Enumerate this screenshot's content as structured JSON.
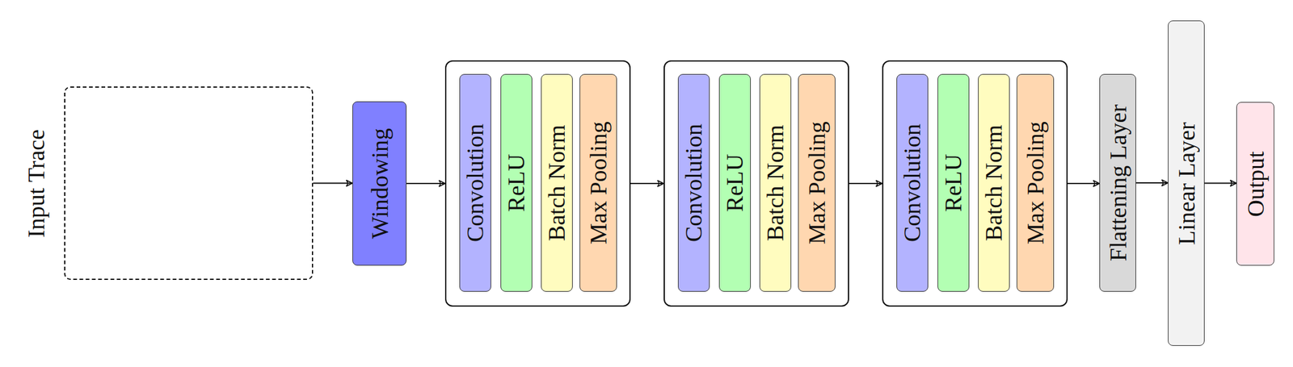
{
  "diagram": {
    "nodes": [
      {
        "text": [
          "Input Trace"
        ]
      },
      {
        "text": [
          "Windowing"
        ]
      },
      {
        "text": []
      },
      {
        "text": [
          "Convolution"
        ],
        "in": 2
      },
      {
        "text": [
          "ReLU"
        ],
        "in": 2
      },
      {
        "text": [
          "Batch Norm"
        ],
        "in": 2
      },
      {
        "text": [
          "Max Pooling"
        ],
        "in": 2
      },
      {
        "text": []
      },
      {
        "text": [
          "Convolution"
        ],
        "in": 7
      },
      {
        "text": [
          "ReLU"
        ],
        "in": 7
      },
      {
        "text": [
          "Batch Norm"
        ],
        "in": 7
      },
      {
        "text": [
          "Max Pooling"
        ],
        "in": 7
      },
      {
        "text": []
      },
      {
        "text": [
          "Convolution"
        ],
        "in": 12
      },
      {
        "text": [
          "ReLU"
        ],
        "in": 12
      },
      {
        "text": [
          "Batch Norm"
        ],
        "in": 12
      },
      {
        "text": [
          "Max Pooling"
        ],
        "in": 12
      },
      {
        "text": [
          "Flattening Layer"
        ]
      },
      {
        "text": [
          "Linear Layer"
        ]
      },
      {
        "text": [
          "Output"
        ]
      }
    ],
    "edges": [
      {
        "from": 0,
        "to": 1,
        "arrow": "to"
      },
      {
        "from": 1,
        "to": 2,
        "arrow": "to"
      },
      {
        "from": 2,
        "to": 7,
        "arrow": "to"
      },
      {
        "from": 7,
        "to": 12,
        "arrow": "to"
      },
      {
        "from": 12,
        "to": 17,
        "arrow": "to"
      },
      {
        "from": 17,
        "to": 18,
        "arrow": "to"
      },
      {
        "from": 18,
        "to": 19,
        "arrow": "to"
      }
    ]
  }
}
